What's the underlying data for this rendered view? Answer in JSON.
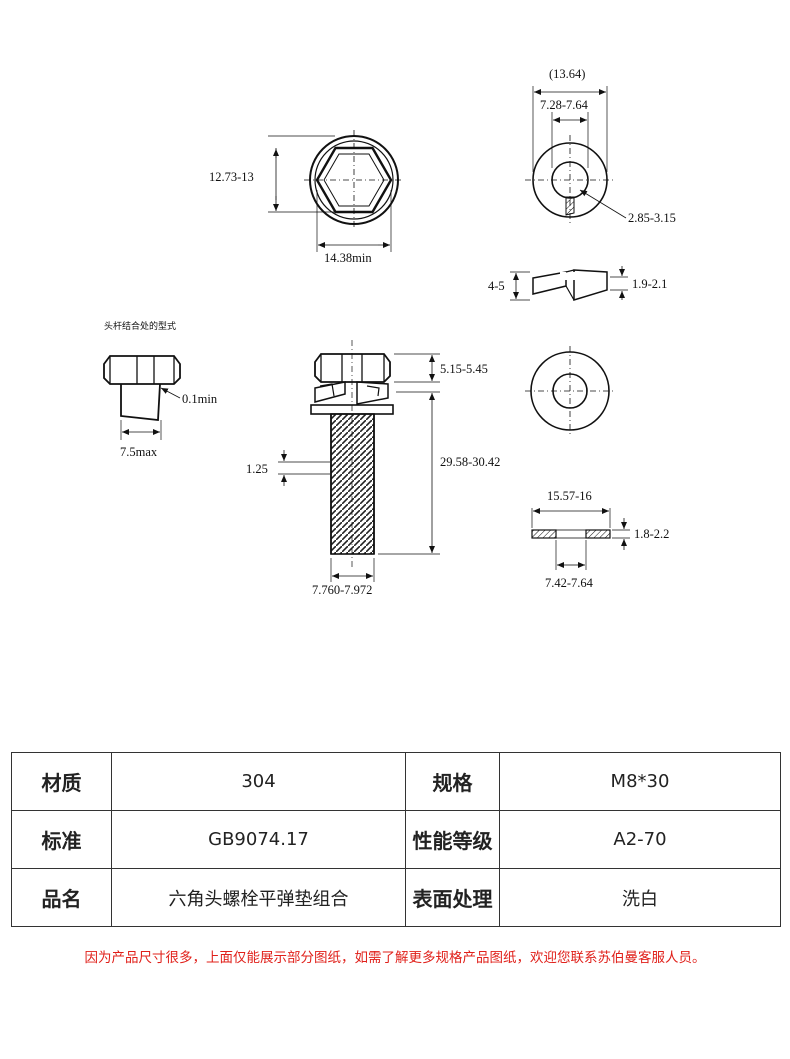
{
  "drawing": {
    "hex_top_view": {
      "across_flats": "12.73-13",
      "across_corners": "14.38min"
    },
    "spring_washer": {
      "outer_ref": "(13.64)",
      "inner_diameter": "7.28-7.64",
      "section_width": "2.85-3.15",
      "free_height": "4-5",
      "thickness": "1.9-2.1"
    },
    "head_detail": {
      "caption": "头杆结合处的型式",
      "fillet": "0.1min",
      "max_diameter": "7.5max"
    },
    "bolt_side": {
      "head_height": "5.15-5.45",
      "length": "29.58-30.42",
      "pitch": "1.25",
      "thread_diameter": "7.760-7.972"
    },
    "flat_washer": {
      "outer_diameter": "15.57-16",
      "thickness": "1.8-2.2",
      "inner_diameter": "7.42-7.64"
    }
  },
  "spec_table": {
    "rows": [
      {
        "label1": "材质",
        "value1": "304",
        "label2": "规格",
        "value2": "M8*30"
      },
      {
        "label1": "标准",
        "value1": "GB9074.17",
        "label2": "性能等级",
        "value2": "A2-70"
      },
      {
        "label1": "品名",
        "value1": "六角头螺栓平弹垫组合",
        "label2": "表面处理",
        "value2": "洗白"
      }
    ]
  },
  "note": "因为产品尺寸很多，上面仅能展示部分图纸，如需了解更多规格产品图纸，欢迎您联系苏伯曼客服人员。",
  "colors": {
    "line": "#111111",
    "note": "#e0201a",
    "table_border": "#333333"
  }
}
